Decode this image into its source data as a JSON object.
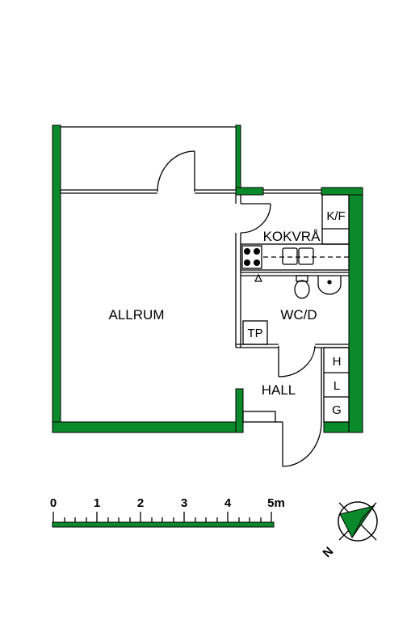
{
  "rooms": {
    "allrum": "ALLRUM",
    "kokvra": "KOKVRÅ",
    "wc": "WC/D",
    "hall": "HALL"
  },
  "closets": {
    "kf": "K/F",
    "tp": "TP",
    "h": "H",
    "l": "L",
    "g": "G"
  },
  "scale": {
    "labels": [
      "0",
      "1",
      "2",
      "3",
      "4",
      "5m"
    ]
  },
  "compass": {
    "label": "N"
  },
  "colors": {
    "wall": "#0a8a2a",
    "line": "#000000",
    "background": "#ffffff"
  }
}
